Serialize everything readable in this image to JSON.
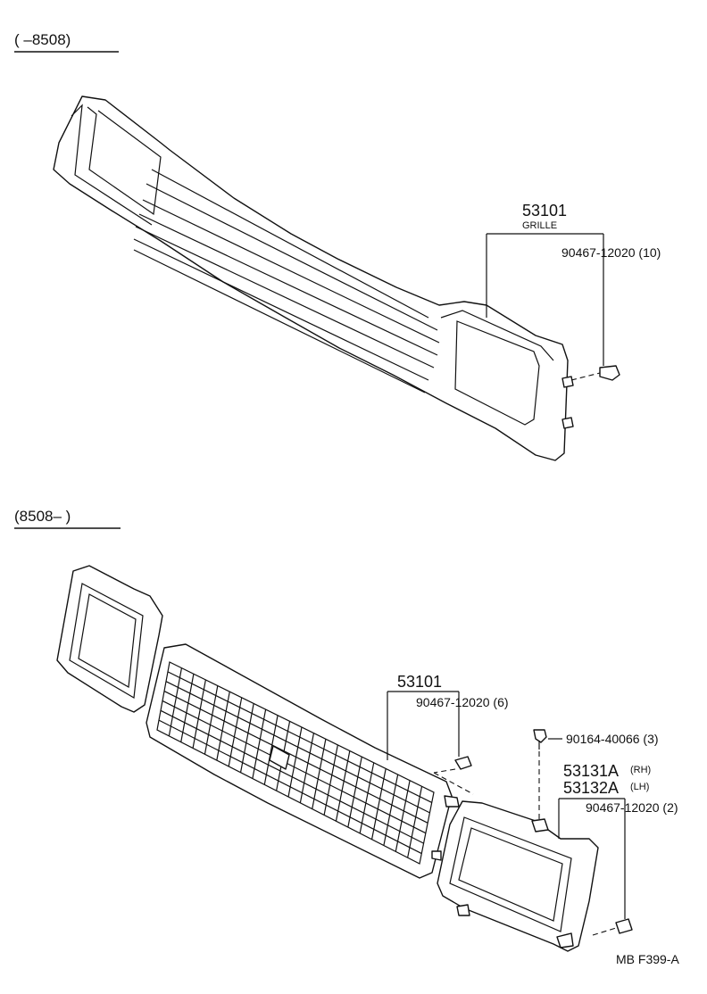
{
  "top_section": {
    "header": "(       –8508)",
    "grille_part_no": "53101",
    "grille_name": "GRILLE",
    "clip_part": "90467-12020 (10)"
  },
  "bottom_section": {
    "header": "(8508–        )",
    "grille_part_no": "53101",
    "clip_part": "90467-12020 (6)",
    "screw_part": "90164-40066 (3)",
    "housing_rh_no": "53131A",
    "housing_rh_side": "(RH)",
    "housing_lh_no": "53132A",
    "housing_lh_side": "(LH)",
    "housing_clip_part": "90467-12020 (2)"
  },
  "footer": {
    "code": "MB  F399-A"
  }
}
